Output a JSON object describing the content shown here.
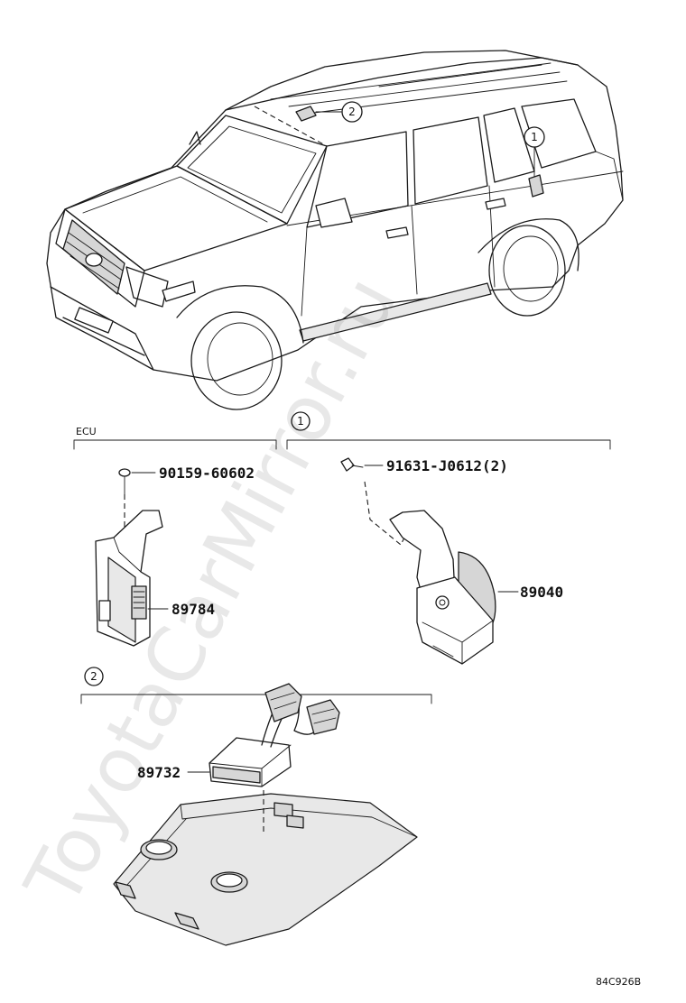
{
  "watermark": "ToyotaCarMirror.ru",
  "diagram_code": "84C926B",
  "callouts": {
    "roof_location": "2",
    "rear_location": "1"
  },
  "sections": {
    "ecu": {
      "label": "ECU"
    },
    "section1": {
      "number": "1"
    },
    "section2": {
      "number": "2"
    }
  },
  "parts": {
    "bolt_ecu": "90159-60602",
    "ecu_module": "89784",
    "bolt_sensor": "91631-J0612(2)",
    "sensor_unit": "89040",
    "overhead_module": "89732"
  }
}
